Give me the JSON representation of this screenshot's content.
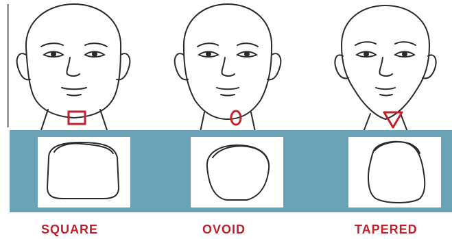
{
  "shapes": [
    {
      "label": "SQUARE",
      "symbol": "square-outline-icon"
    },
    {
      "label": "OVOID",
      "symbol": "oval-outline-icon"
    },
    {
      "label": "TAPERED",
      "symbol": "triangle-down-outline-icon"
    }
  ],
  "colors": {
    "label_red": "#c0202a",
    "band_blue": "#6aa3b6",
    "line": "#2a2a2a"
  }
}
